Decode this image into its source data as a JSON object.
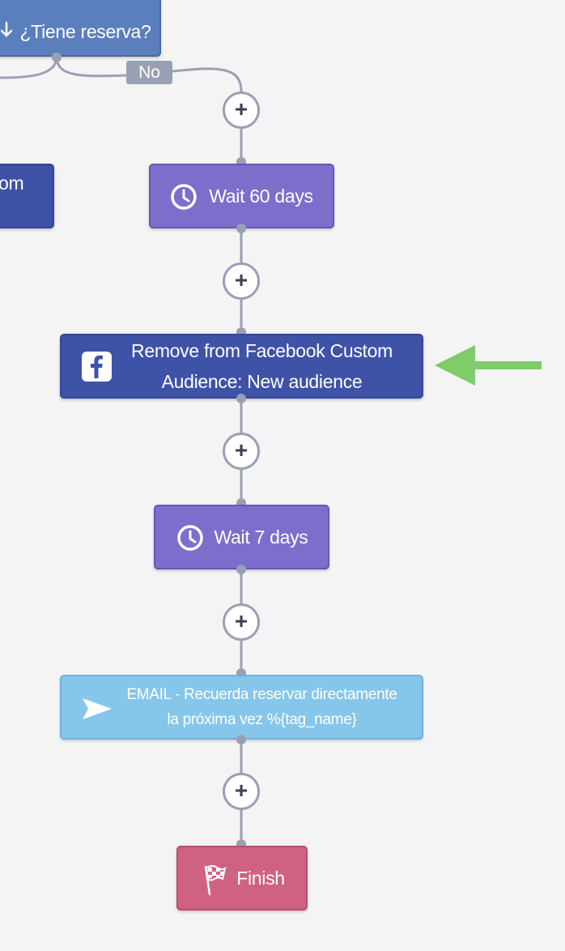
{
  "diagram": {
    "condition_node": {
      "label": "¿Tiene reserva?",
      "icon": "arrow-down-icon"
    },
    "left_partial_node": {
      "label": "om"
    },
    "branch_tag": {
      "label": "No"
    },
    "steps": [
      {
        "type": "wait",
        "label": "Wait 60 days",
        "icon": "clock-icon"
      },
      {
        "type": "facebook-audience",
        "label_line1": "Remove from Facebook Custom",
        "label_line2": "Audience: New audience",
        "icon": "facebook-icon"
      },
      {
        "type": "wait",
        "label": "Wait 7 days",
        "icon": "clock-icon"
      },
      {
        "type": "email",
        "label_line1": "EMAIL - Recuerda reservar directamente",
        "label_line2": "la próxima vez %{tag_name}",
        "icon": "paper-plane-icon"
      },
      {
        "type": "finish",
        "label": "Finish",
        "icon": "checkered-flag-icon"
      }
    ],
    "add_step_symbol": "+",
    "colors": {
      "condition": "#5b7fbd",
      "wait": "#7c6fcc",
      "facebook": "#3e52a8",
      "email": "#86c6ea",
      "finish": "#cf6282",
      "connector": "#9aa0b4",
      "highlight_arrow": "#7fcc6a"
    }
  }
}
